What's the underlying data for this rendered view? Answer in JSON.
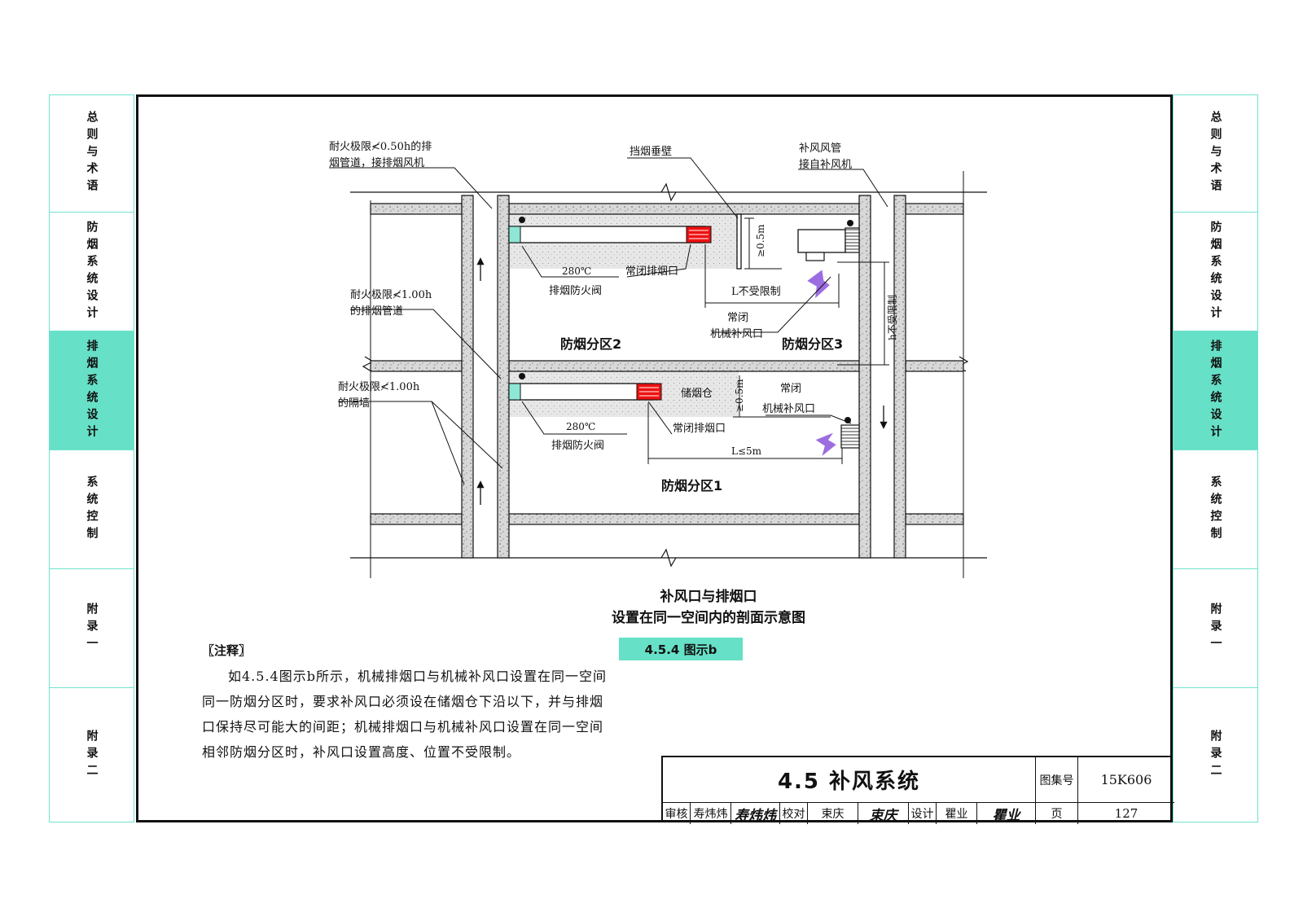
{
  "tabs": [
    {
      "label": "总则与术语",
      "active": false
    },
    {
      "label": "防烟系统设计",
      "active": false
    },
    {
      "label": "排烟系统设计",
      "active": true
    },
    {
      "label": "系统控制",
      "active": false
    },
    {
      "label": "附录一",
      "active": false
    },
    {
      "label": "附录二",
      "active": false
    }
  ],
  "colors": {
    "accent": "#66e0c6",
    "tab_border": "#6fe3cf",
    "exhaust_outlet": "#ee1111",
    "air_inlet": "#9b6de0"
  },
  "diagram": {
    "labels": {
      "duct_050_l1": "耐火极限≮0.50h的排",
      "duct_050_l2": "烟管道，接排烟风机",
      "smoke_curtain": "挡烟垂壁",
      "supply_duct_l1": "补风风管",
      "supply_duct_l2": "接自补风机",
      "damper_top_temp": "280℃",
      "damper_top_name": "排烟防火阀",
      "outlet_top": "常闭排烟口",
      "gt05_top": "≥0.5m",
      "l_unlimited": "L不受限制",
      "inlet_top_l1": "常闭",
      "inlet_top_l2": "机械补风口",
      "duct_100_l1": "耐火极限≮1.00h",
      "duct_100_l2": "的排烟管道",
      "zone2": "防烟分区2",
      "zone3": "防烟分区3",
      "h_unlimited": "h不受限制",
      "wall_100_l1": "耐火极限≮1.00h",
      "wall_100_l2": "的隔墙",
      "smoke_store": "储烟仓",
      "gt05_bottom": "≥0.5m",
      "inlet_bottom_l1": "常闭",
      "inlet_bottom_l2": "机械补风口",
      "damper_bottom_temp": "280℃",
      "damper_bottom_name": "排烟防火阀",
      "outlet_bottom": "常闭排烟口",
      "l_5m": "L≤5m",
      "zone1": "防烟分区1"
    }
  },
  "caption": {
    "line1": "补风口与排烟口",
    "line2": "设置在同一空间内的剖面示意图"
  },
  "figure_label": "4.5.4 图示b",
  "note": {
    "title": "〖注释〗",
    "body": "如4.5.4图示b所示，机械排烟口与机械补风口设置在同一空间同一防烟分区时，要求补风口必须设在储烟仓下沿以下，并与排烟口保持尽可能大的间距；机械排烟口与机械补风口设置在同一空间相邻防烟分区时，补风口设置高度、位置不受限制。"
  },
  "title_block": {
    "title": "4.5  补风系统",
    "atlas_label": "图集号",
    "atlas_no": "15K606",
    "review_label": "审核",
    "reviewer": "寿炜炜",
    "reviewer_sig": "寿炜炜",
    "check_label": "校对",
    "checker": "束庆",
    "checker_sig": "束庆",
    "design_label": "设计",
    "designer": "瞿业",
    "designer_sig": "瞿业",
    "page_label": "页",
    "page_no": "127"
  }
}
